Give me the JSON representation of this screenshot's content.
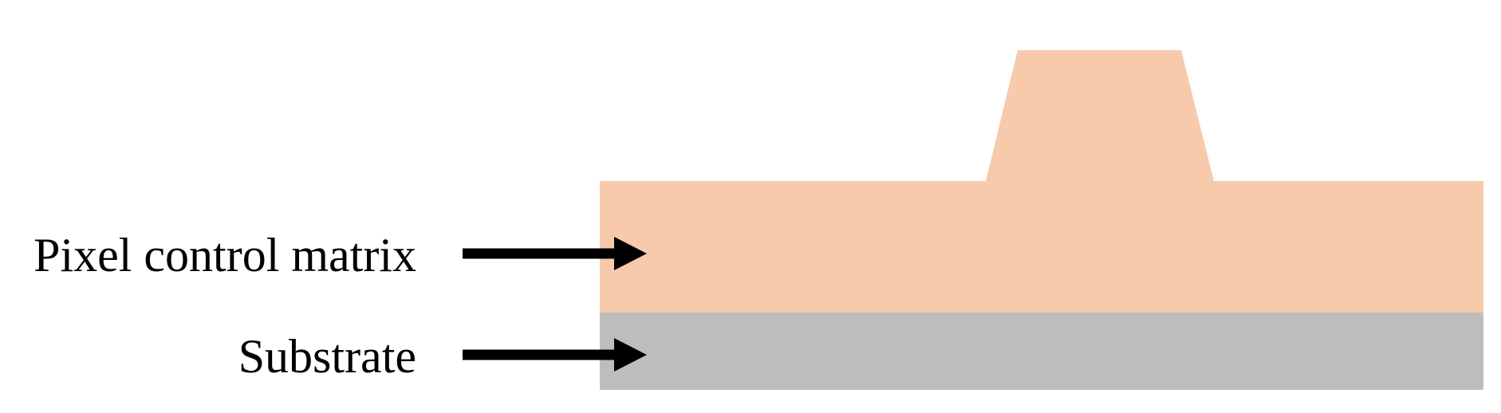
{
  "layers": [
    {
      "id": "pixel-control-matrix",
      "label": "Pixel control matrix",
      "color": "#F7CAAC"
    },
    {
      "id": "substrate",
      "label": "Substrate",
      "color": "#BDBDBD"
    }
  ],
  "arrow_color": "#000000"
}
